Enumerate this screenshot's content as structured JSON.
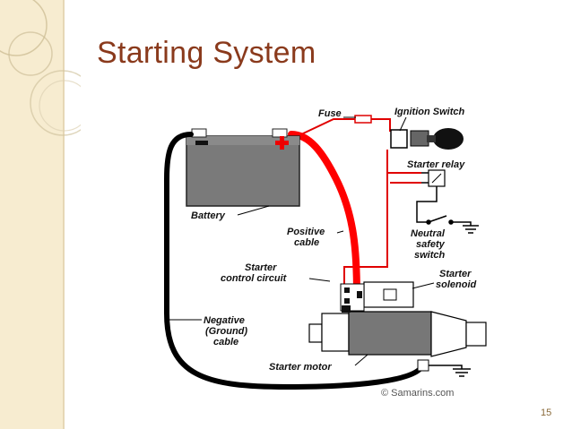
{
  "slide": {
    "title": "Starting System",
    "page_number": "15"
  },
  "diagram": {
    "labels": {
      "fuse": "Fuse",
      "ignition_switch": "Ignition Switch",
      "starter_relay": "Starter relay",
      "neutral_line1": "Neutral",
      "neutral_line2": "safety",
      "neutral_line3": "switch",
      "battery": "Battery",
      "positive_line1": "Positive",
      "positive_line2": "cable",
      "control_line1": "Starter",
      "control_line2": "control circuit",
      "solenoid_line1": "Starter",
      "solenoid_line2": "solenoid",
      "negative_line1": "Negative",
      "negative_line2": "(Ground)",
      "negative_line3": "cable",
      "starter_motor": "Starter motor",
      "credit": "© Samarins.com"
    },
    "colors": {
      "positive_cable": "#ff0000",
      "negative_cable": "#000000",
      "battery_body": "#7a7a7a",
      "motor_body": "#7a7a7a",
      "title": "#8a3a1c"
    }
  }
}
